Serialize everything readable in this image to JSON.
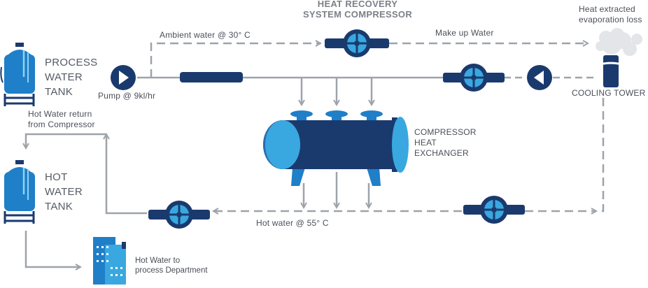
{
  "labels": {
    "process_tank": [
      "PROCESS",
      "WATER",
      "TANK"
    ],
    "hot_tank": [
      "HOT",
      "WATER",
      "TANK"
    ],
    "pump": "Pump @ 9kl/hr",
    "hot_return": [
      "Hot Water return",
      "from Compressor"
    ],
    "ambient": "Ambient water @ 30° C",
    "hrs_compressor": [
      "HEAT RECOVERY",
      "SYSTEM COMPRESSOR"
    ],
    "makeup": "Make up Water",
    "heat_extracted": [
      "Heat extracted",
      "evaporation loss"
    ],
    "cooling_tower": "COOLING TOWER",
    "compressor_hx": [
      "COMPRESSOR",
      "HEAT",
      "EXCHANGER"
    ],
    "hot_water_55": "Hot water @ 55° C",
    "hot_to_process": [
      "Hot Water to",
      "process Department"
    ]
  },
  "colors": {
    "navy": "#1a3a6e",
    "blue": "#1f7fc8",
    "light_blue": "#39a8e0",
    "pipe_gray": "#9ea3a9",
    "text_gray": "#4a4f59"
  },
  "icons": [
    "water-tank-icon",
    "pump-icon",
    "valve-icon",
    "cooling-tower-icon",
    "steam-cloud-icon",
    "heat-exchanger-icon",
    "building-icon"
  ]
}
